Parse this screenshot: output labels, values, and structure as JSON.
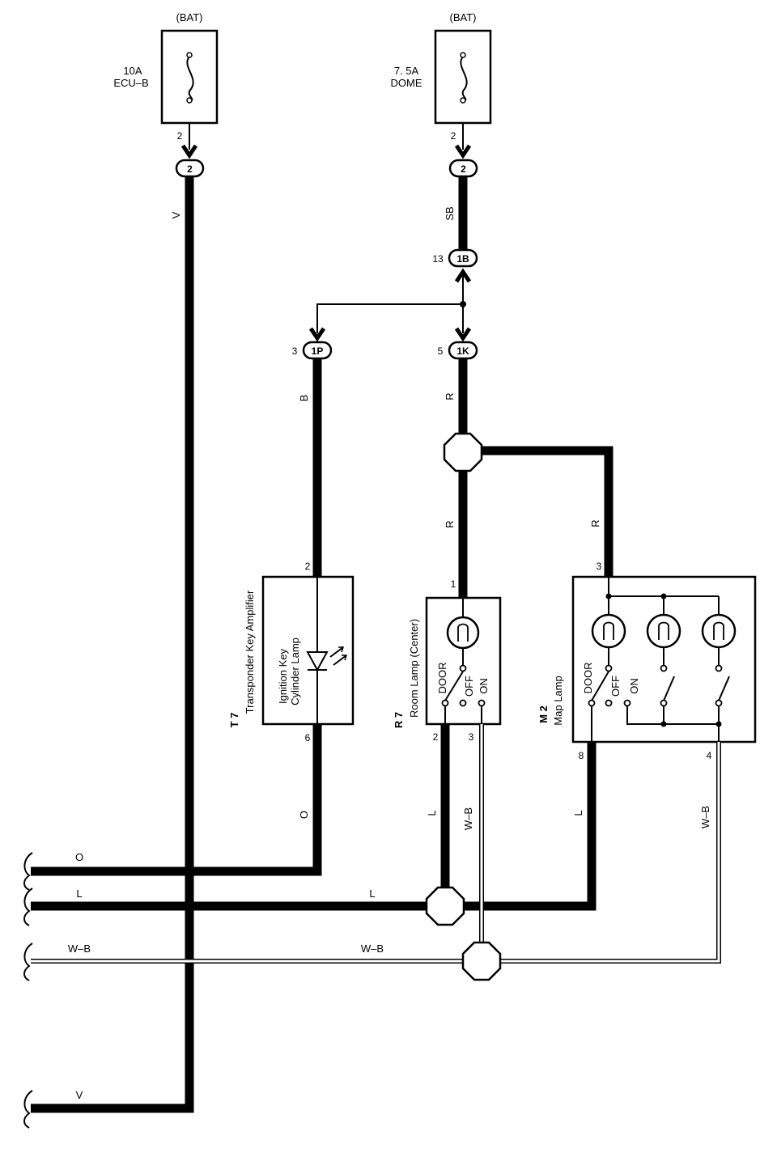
{
  "fuses": [
    {
      "source": "(BAT)",
      "amp": "10A",
      "name": "ECU–B",
      "pin": "2",
      "connector": "2"
    },
    {
      "source": "(BAT)",
      "amp": "7. 5A",
      "name": "DOME",
      "pin": "2",
      "connector": "2"
    }
  ],
  "connectors": {
    "c1b": {
      "id": "1B",
      "pin": "13"
    },
    "c1p": {
      "id": "1P",
      "pin": "3"
    },
    "c1k": {
      "id": "1K",
      "pin": "5"
    }
  },
  "wires": {
    "v_top": "V",
    "sb": "SB",
    "b": "B",
    "r1": "R",
    "r2": "R",
    "r3": "R",
    "o": "O",
    "l_r7": "L",
    "wb_r7": "W–B",
    "l_m2": "L",
    "wb_m2": "W–B",
    "bus_o": "O",
    "bus_l": "L",
    "bus_l_mid": "L",
    "bus_wb": "W–B",
    "bus_wb_mid": "W–B",
    "bus_v": "V"
  },
  "components": {
    "t7": {
      "code": "T 7",
      "name": "Transponder Key Amplifier",
      "inner1": "Ignition Key",
      "inner2": "Cylinder Lamp",
      "pin_top": "2",
      "pin_bottom": "6"
    },
    "r7": {
      "code": "R 7",
      "name": "Room Lamp (Center)",
      "pin_top": "1",
      "pin_a": "2",
      "pin_b": "3",
      "sw_door": "DOOR",
      "sw_off": "OFF",
      "sw_on": "ON"
    },
    "m2": {
      "code": "M 2",
      "name": "Map Lamp",
      "pin_top": "3",
      "pin_a": "8",
      "pin_b": "4",
      "sw_door": "DOOR",
      "sw_off": "OFF",
      "sw_on": "ON"
    }
  }
}
